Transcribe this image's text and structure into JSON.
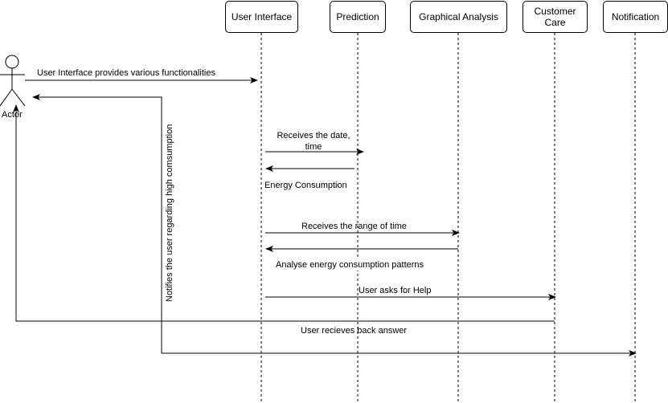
{
  "actor": {
    "label": "Actor"
  },
  "participants": [
    {
      "id": "ui",
      "label": "User Interface"
    },
    {
      "id": "prediction",
      "label": "Prediction"
    },
    {
      "id": "graphical",
      "label": "Graphical Analysis"
    },
    {
      "id": "care",
      "label": "Customer\nCare"
    },
    {
      "id": "notification",
      "label": "Notification"
    }
  ],
  "messages": {
    "ui_provides": "User Interface provides various functionalities",
    "receives_date": "Receives the date,\ntime",
    "energy_consumption": "Energy Consumption",
    "receives_range": "Receives the range of time",
    "analyse_patterns": "Analyse energy consumption patterns",
    "user_help": "User asks for Help",
    "user_answer": "User recieves back answer",
    "notifies_user": "Notifies the user regarding high comsumption"
  }
}
